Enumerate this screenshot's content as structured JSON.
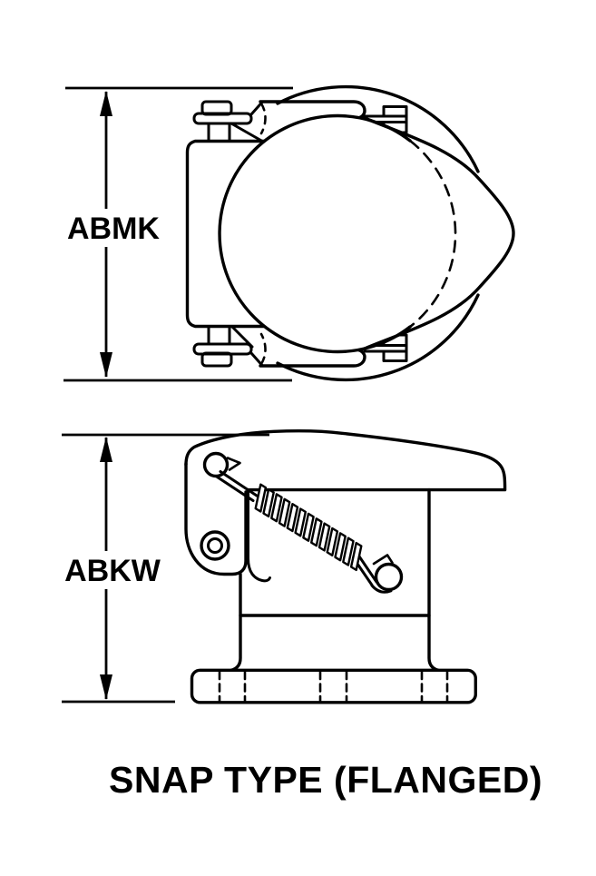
{
  "drawing": {
    "background_color": "#ffffff",
    "ink_color": "#000000",
    "caption": "SNAP TYPE (FLANGED)",
    "top_view": {
      "dimension_label": "ABMK"
    },
    "side_view": {
      "dimension_label": "ABKW"
    }
  }
}
